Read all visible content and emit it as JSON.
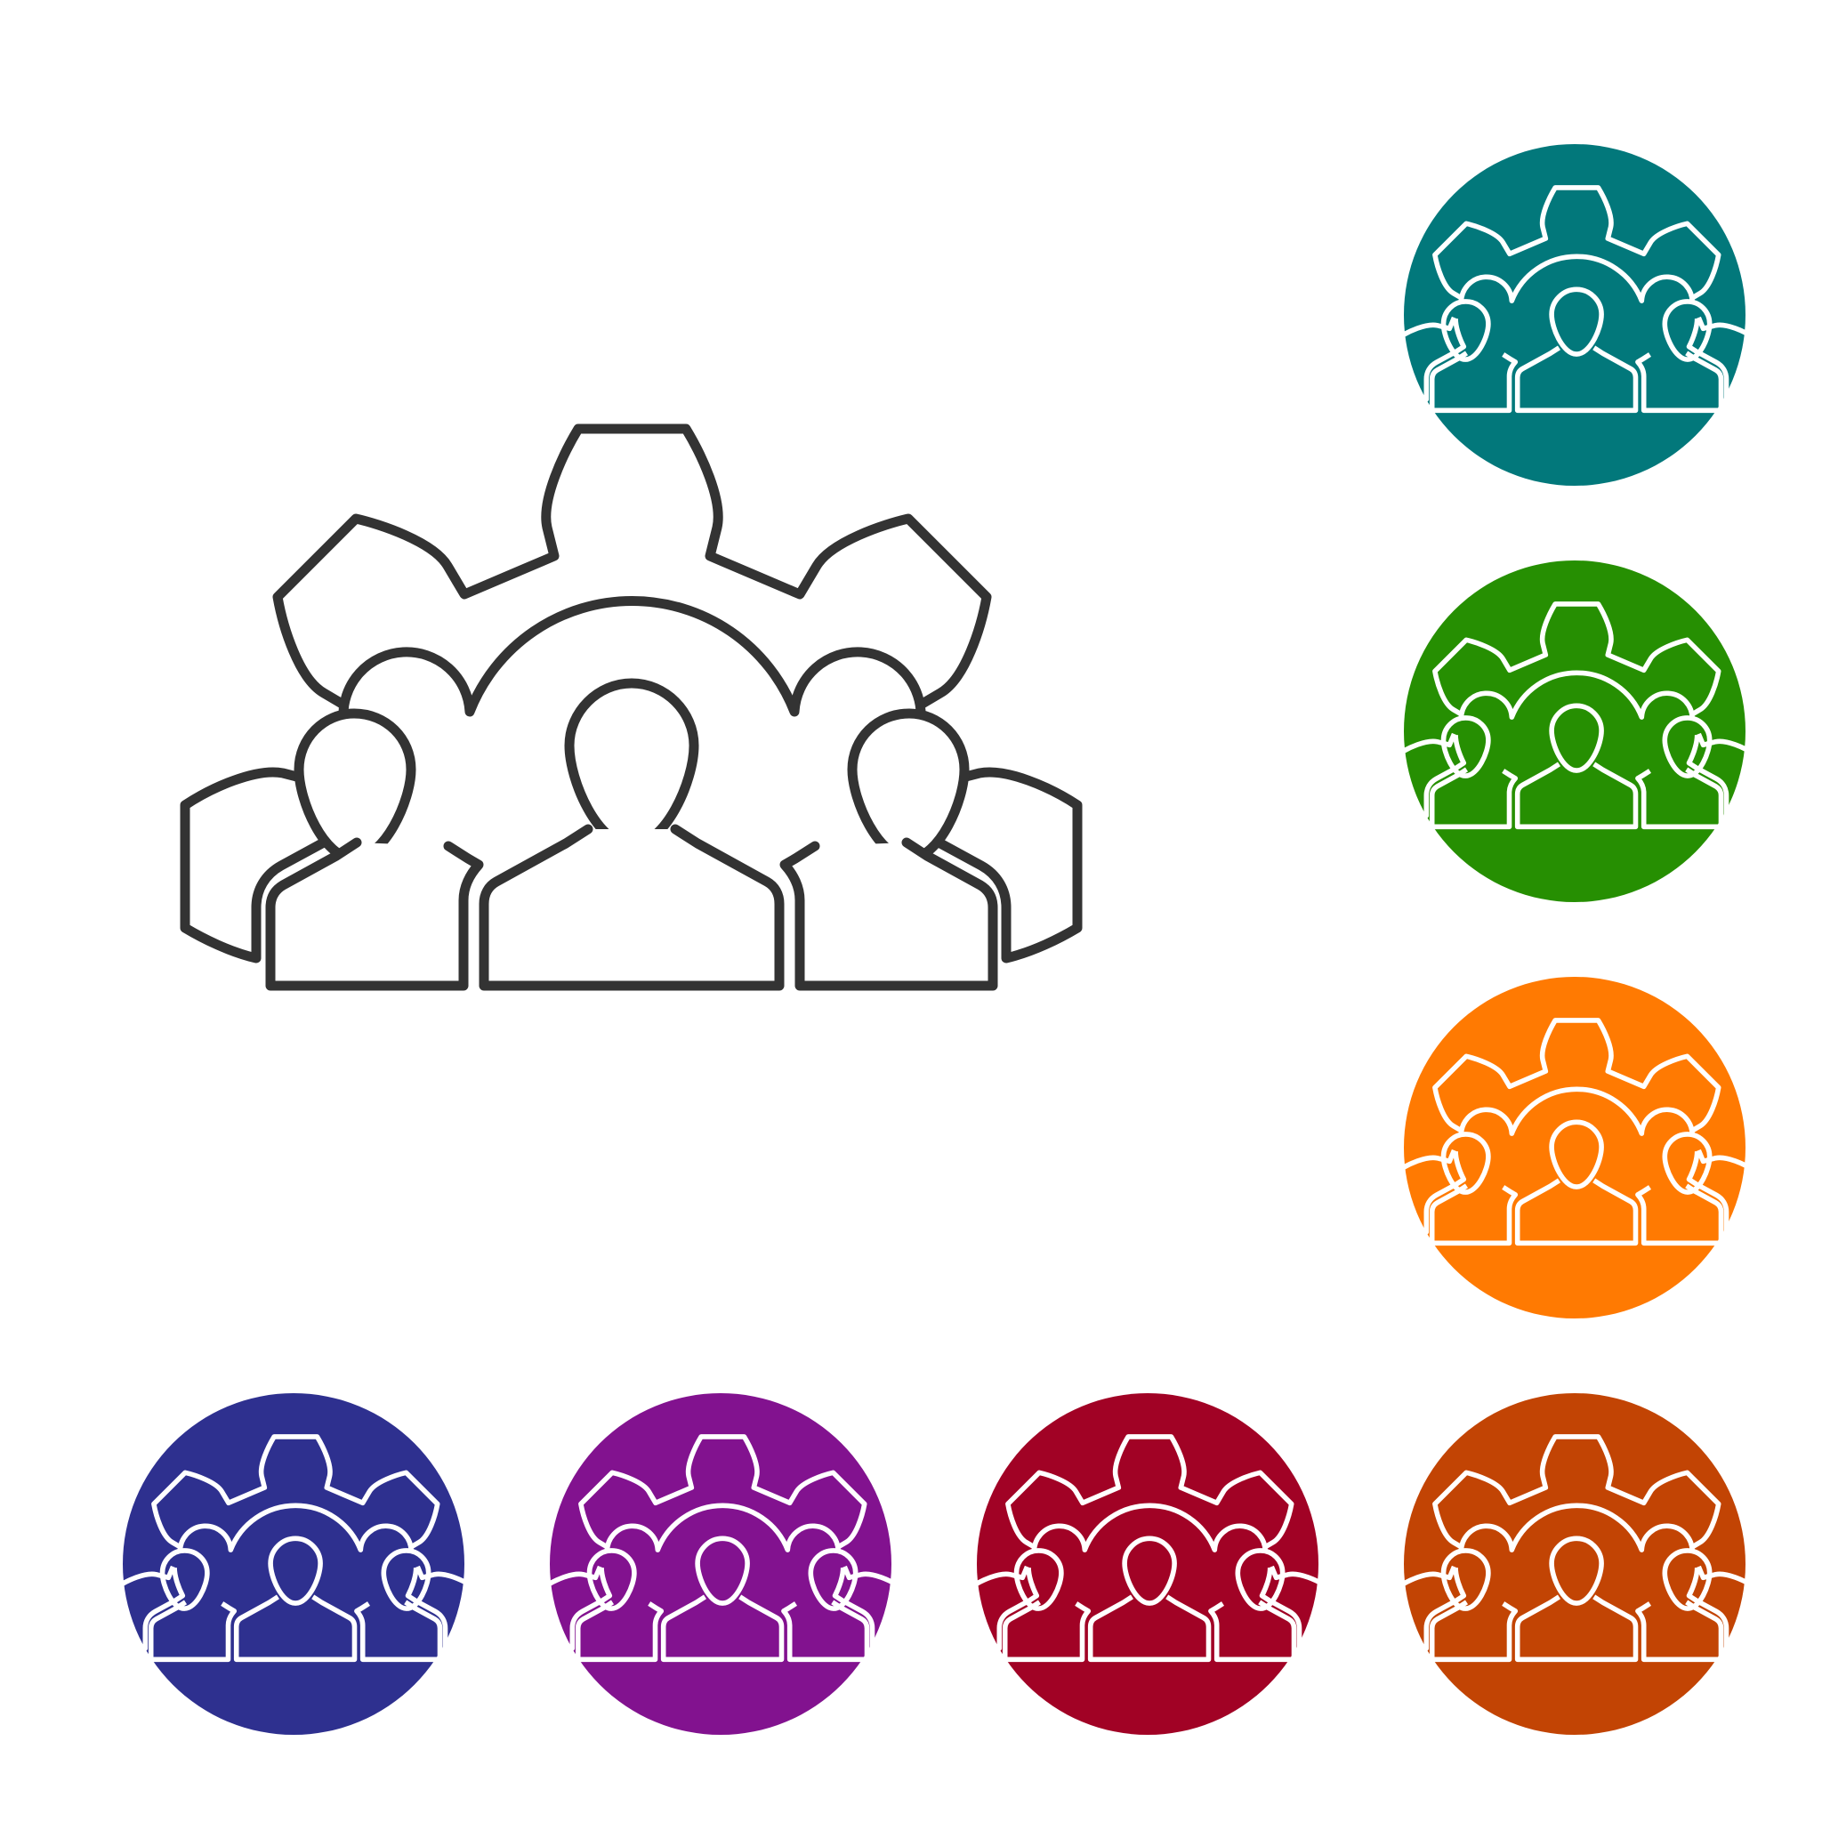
{
  "icon": {
    "name": "team-gear-icon",
    "stroke_color": "#333333",
    "fill_color": "#ffffff"
  },
  "badges": [
    {
      "id": "b-teal",
      "color": "#02787B",
      "icon": "team-gear-icon",
      "stroke": "#ffffff"
    },
    {
      "id": "b-green",
      "color": "#268F02",
      "icon": "team-gear-icon",
      "stroke": "#ffffff"
    },
    {
      "id": "b-orange",
      "color": "#FF7A02",
      "icon": "team-gear-icon",
      "stroke": "#ffffff"
    },
    {
      "id": "b-navy",
      "color": "#2E308F",
      "icon": "team-gear-icon",
      "stroke": "#ffffff"
    },
    {
      "id": "b-purple",
      "color": "#82128F",
      "icon": "team-gear-icon",
      "stroke": "#ffffff"
    },
    {
      "id": "b-red",
      "color": "#A10225",
      "icon": "team-gear-icon",
      "stroke": "#ffffff"
    },
    {
      "id": "b-rust",
      "color": "#C24404",
      "icon": "team-gear-icon",
      "stroke": "#ffffff"
    }
  ]
}
